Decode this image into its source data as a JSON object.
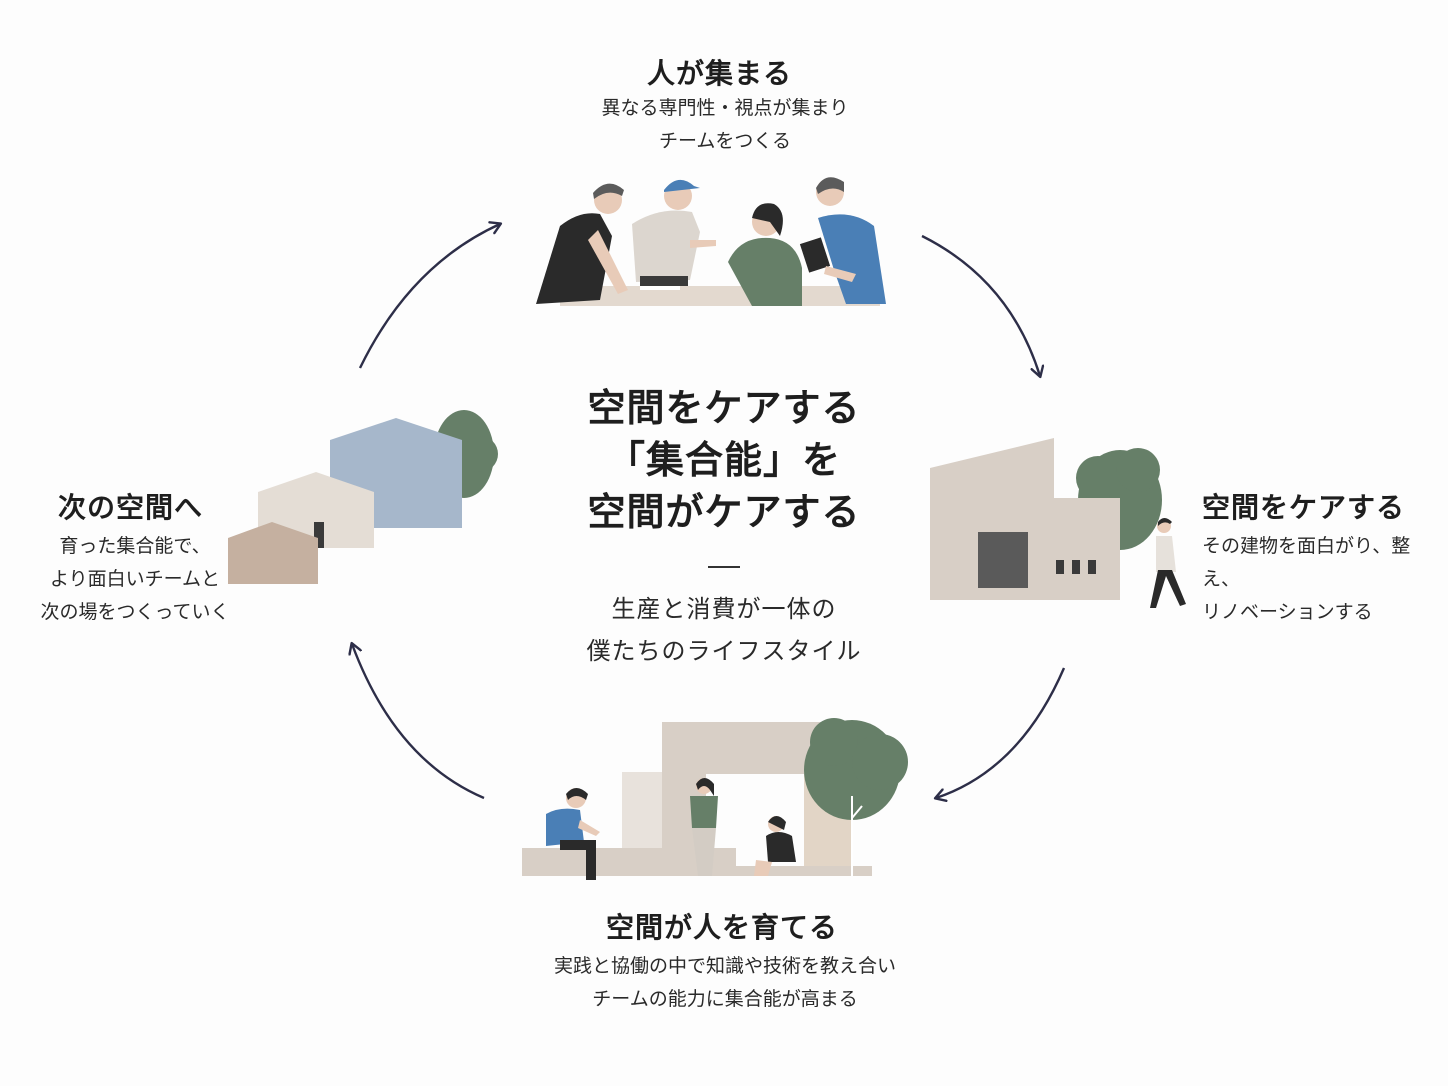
{
  "stages": {
    "gather": {
      "title": "人が集まる",
      "desc": [
        "異なる専門性・視点が集まり",
        "チームをつくる"
      ]
    },
    "care": {
      "title": "空間をケアする",
      "desc": [
        "その建物を面白がり、整え、",
        "リノベーションする"
      ]
    },
    "nurture": {
      "title": "空間が人を育てる",
      "desc": [
        "実践と協働の中で知識や技術を教え合い",
        "チームの能力に集合能が高まる"
      ]
    },
    "next": {
      "title": "次の空間へ",
      "desc": [
        "育った集合能で、",
        "より面白いチームと",
        "次の場をつくっていく"
      ]
    }
  },
  "center": {
    "headline": [
      "空間をケアする",
      "「集合能」を",
      "空間がケアする"
    ],
    "dash": "—",
    "sub": [
      "生産と消費が一体の",
      "僕たちのライフスタイル"
    ]
  },
  "colors": {
    "arrow": "#2d2e48",
    "green": "#667f68",
    "blue_gray": "#a6b7cb",
    "beige": "#d8cfc6",
    "taupe": "#c5b0a0",
    "shirt_blue": "#4a7fb6",
    "dark": "#2a2a2a"
  },
  "icons": [
    "cycle-arrow-icon",
    "team-meeting-illustration",
    "building-renovation-illustration",
    "courtyard-people-illustration",
    "houses-illustration"
  ]
}
